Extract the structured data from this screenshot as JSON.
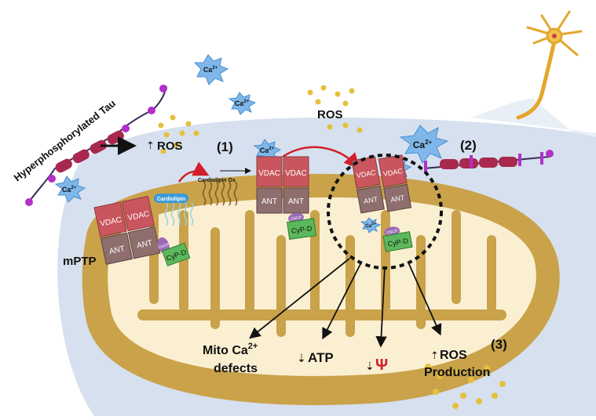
{
  "labels": {
    "tau": "Hyperphosphorylated Tau",
    "ros_1": "ROS",
    "ros_2": "ROS",
    "step_1": "(1)",
    "step_2": "(2)",
    "step_3": "(3)",
    "mptp": "mPTP",
    "vdac": "VDAC",
    "ant": "ANT",
    "oscp": "OSCP",
    "cypd": "CyP-D",
    "cardiolipin": "Cardiolipin",
    "cardiolipin_ox": "Cardiolipin Ox",
    "ca_ion": "Ca",
    "ca_charge": "2+"
  },
  "outcomes": {
    "mito_ca_line1": "Mito Ca",
    "mito_ca_sup": "2+",
    "mito_ca_line2": "defects",
    "atp": "ATP",
    "psi": "Ψ",
    "ros": "ROS",
    "production": "Production"
  },
  "colors": {
    "membrane": "#c9a24a",
    "matrix": "#fbefd2",
    "intermembrane": "#d6e0ee",
    "vdac": "#c9565e",
    "ant": "#8f6e6e",
    "cypd": "#5cb85c",
    "oscp": "#9b6bb5",
    "tau": "#a8284e",
    "phospho": "#b22fc8",
    "calcium": "#7fb7ea",
    "ros_dot": "#e5c03c",
    "red_arrow": "#d21f2a",
    "psi": "#d21f2a"
  }
}
